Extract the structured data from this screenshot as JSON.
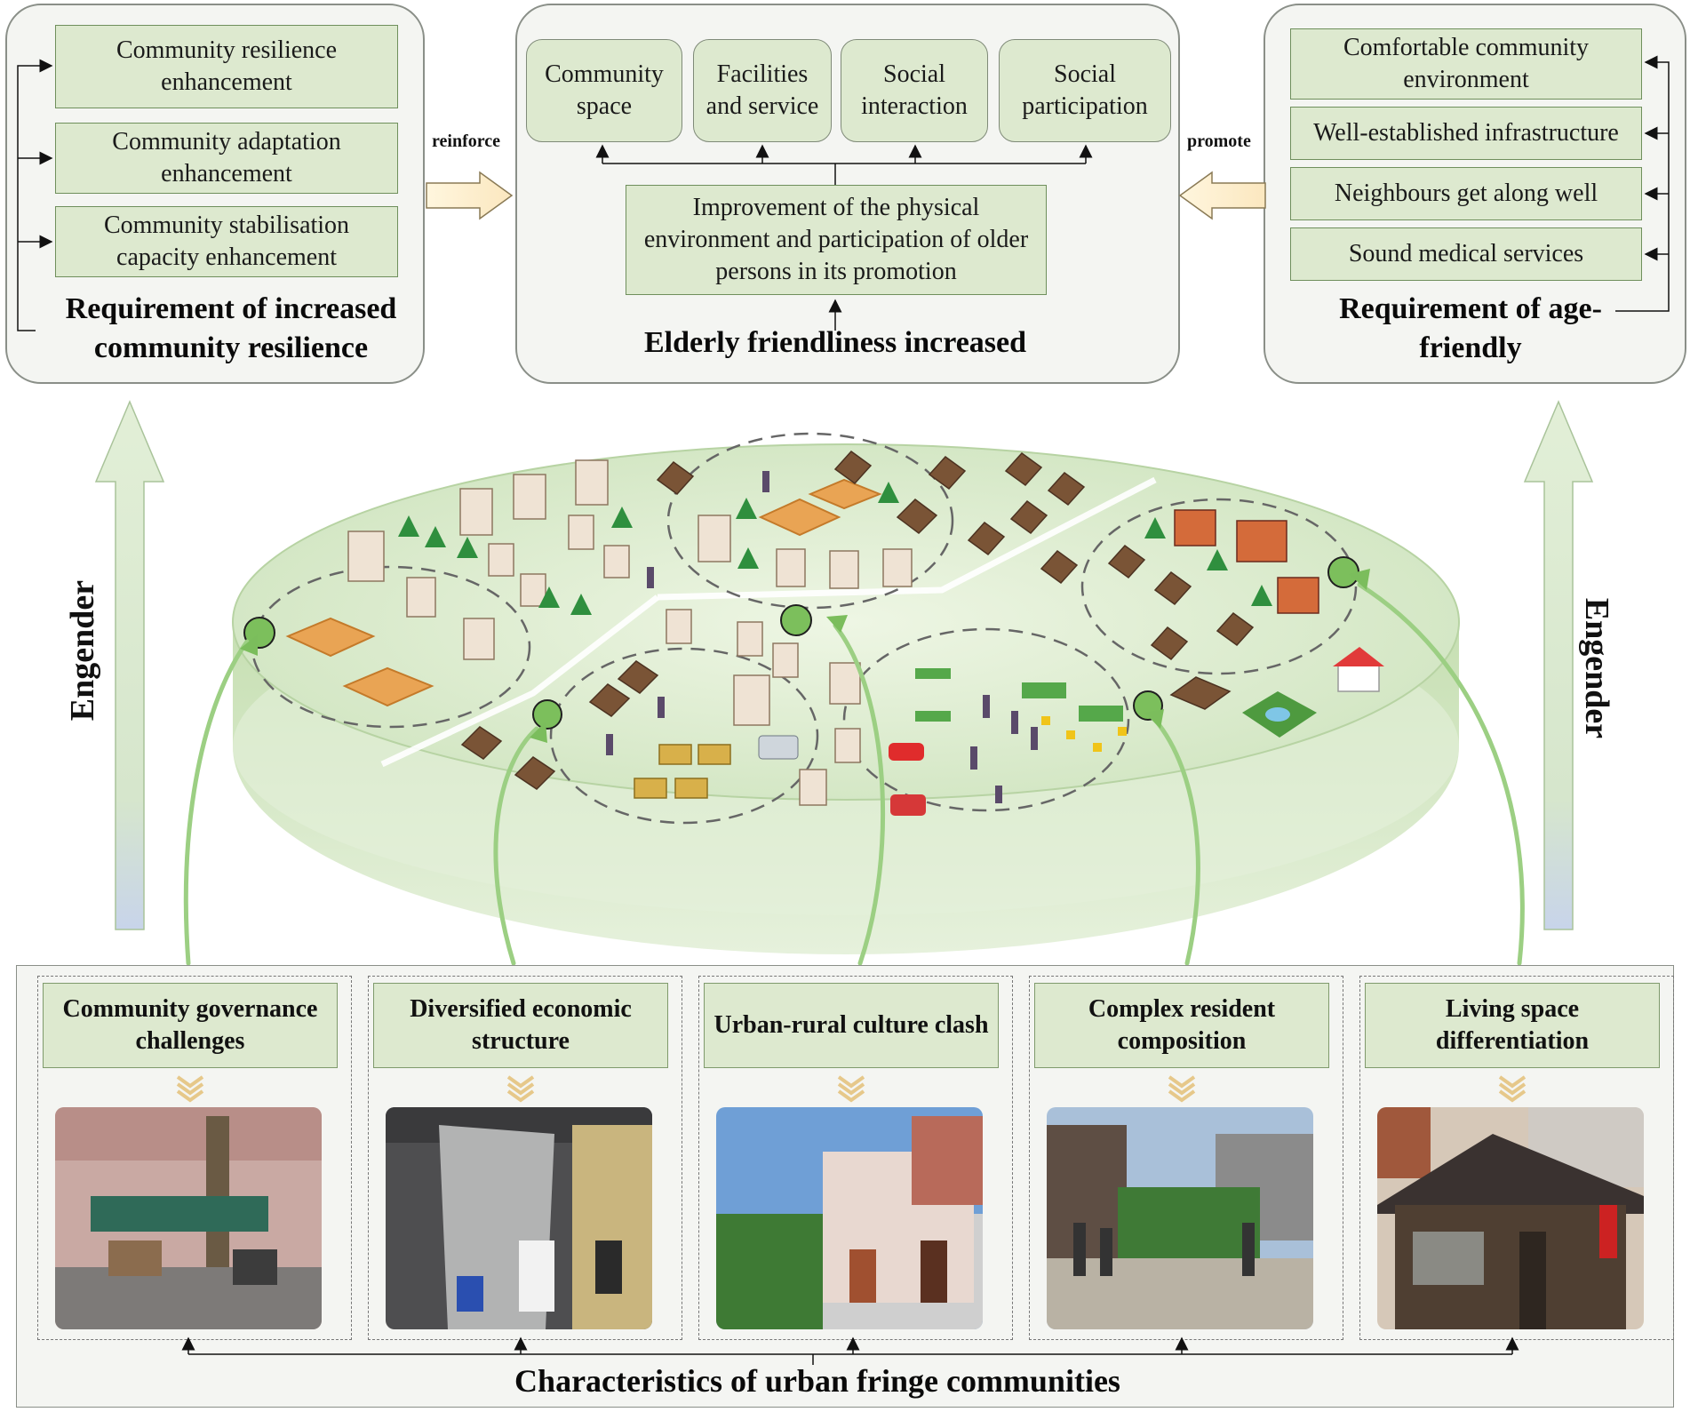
{
  "left_panel": {
    "boxes": [
      "Community resilience enhancement",
      "Community adaptation enhancement",
      "Community stabilisation capacity enhancement"
    ],
    "title": "Requirement of increased community resilience"
  },
  "center_panel": {
    "top_boxes": [
      "Community space",
      "Facilities and service",
      "Social interaction",
      "Social participation"
    ],
    "middle_box": "Improvement of the physical environment and participation of older persons in its promotion",
    "title": "Elderly friendliness increased"
  },
  "right_panel": {
    "boxes": [
      "Comfortable community environment",
      "Well-established infrastructure",
      "Neighbours get along well",
      "Sound medical services"
    ],
    "title": "Requirement of age-friendly"
  },
  "arrows": {
    "reinforce": "reinforce",
    "promote": "promote"
  },
  "side_labels": {
    "left": "Engender",
    "right": "Engender"
  },
  "characteristics": [
    "Community governance challenges",
    "Diversified economic structure",
    "Urban-rural culture clash",
    "Complex resident composition",
    "Living space differentiation"
  ],
  "bottom_title": "Characteristics of urban fringe communities"
}
